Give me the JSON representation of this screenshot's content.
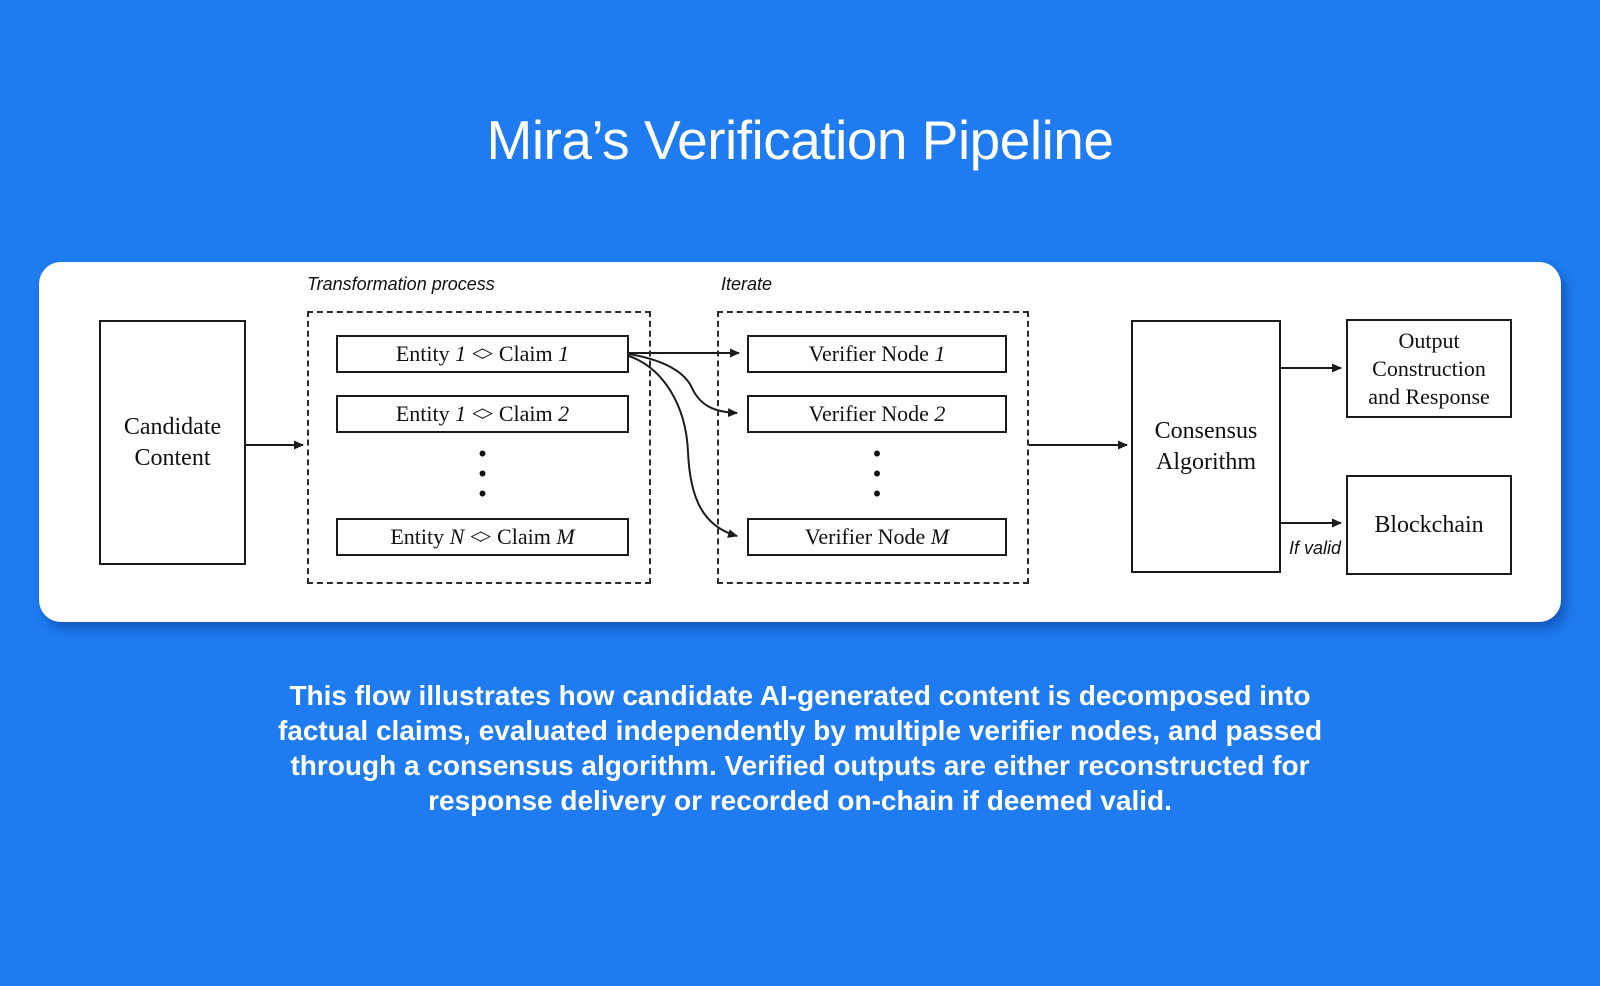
{
  "colors": {
    "background": "#1E7BF0",
    "card": "#FFFFFF",
    "ink": "#111111",
    "text_on_blue": "#FFFFFF"
  },
  "title": "Mira’s Verification Pipeline",
  "diagram": {
    "candidate_label": "Candidate\nContent",
    "transformation": {
      "label": "Transformation process",
      "rows": [
        {
          "parts": [
            {
              "t": "Entity ",
              "k": "r"
            },
            {
              "t": "1",
              "k": "i"
            },
            {
              "t": " ",
              "k": "r"
            },
            {
              "t": "<>",
              "k": "d"
            },
            {
              "t": " Claim ",
              "k": "r"
            },
            {
              "t": "1",
              "k": "i"
            }
          ]
        },
        {
          "parts": [
            {
              "t": "Entity ",
              "k": "r"
            },
            {
              "t": "1",
              "k": "i"
            },
            {
              "t": " ",
              "k": "r"
            },
            {
              "t": "<>",
              "k": "d"
            },
            {
              "t": " Claim ",
              "k": "r"
            },
            {
              "t": "2",
              "k": "i"
            }
          ]
        },
        {
          "parts": [
            {
              "t": "Entity ",
              "k": "r"
            },
            {
              "t": "N",
              "k": "i"
            },
            {
              "t": " ",
              "k": "r"
            },
            {
              "t": "<>",
              "k": "d"
            },
            {
              "t": " Claim ",
              "k": "r"
            },
            {
              "t": "M",
              "k": "i"
            }
          ]
        }
      ],
      "ellipsis": "•\n•\n•"
    },
    "iterate": {
      "label": "Iterate",
      "rows": [
        {
          "parts": [
            {
              "t": "Verifier Node ",
              "k": "r"
            },
            {
              "t": "1",
              "k": "i"
            }
          ]
        },
        {
          "parts": [
            {
              "t": "Verifier Node ",
              "k": "r"
            },
            {
              "t": "2",
              "k": "i"
            }
          ]
        },
        {
          "parts": [
            {
              "t": "Verifier Node ",
              "k": "r"
            },
            {
              "t": "M",
              "k": "i"
            }
          ]
        }
      ],
      "ellipsis": "•\n•\n•"
    },
    "consensus_label": "Consensus\nAlgorithm",
    "output_label": "Output\nConstruction\nand Response",
    "blockchain_label": "Blockchain",
    "if_valid_label": "If valid"
  },
  "caption": {
    "text": "This flow illustrates how candidate AI-generated content is decomposed into\nfactual claims, evaluated independently by multiple verifier nodes, and passed\nthrough a consensus algorithm. Verified outputs are either reconstructed for\nresponse delivery or recorded on-chain if deemed valid."
  }
}
